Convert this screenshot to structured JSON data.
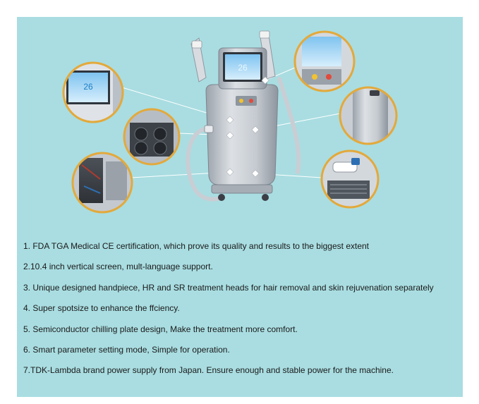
{
  "features": [
    "1. FDA TGA Medical CE certification, which prove its quality and results to the biggest extent",
    "2.10.4 inch vertical screen, mult-language support.",
    "3. Unique designed handpiece, HR and SR treatment heads for hair removal and skin rejuvenation separately",
    "4. Super spotsize to enhance the ffciency.",
    "5. Semiconductor chilling plate design, Make the treatment more comfort.",
    "6. Smart parameter setting mode, Simple for operation.",
    "7.TDK-Lambda brand power supply from Japan. Ensure enough and stable power for the machine."
  ],
  "screen": {
    "display_value": "26"
  },
  "colors": {
    "background": "#a9dde1",
    "callout_ring": "#e3a93b",
    "machine_body": "#c7ccd2",
    "leader_line": "#ffffff"
  }
}
